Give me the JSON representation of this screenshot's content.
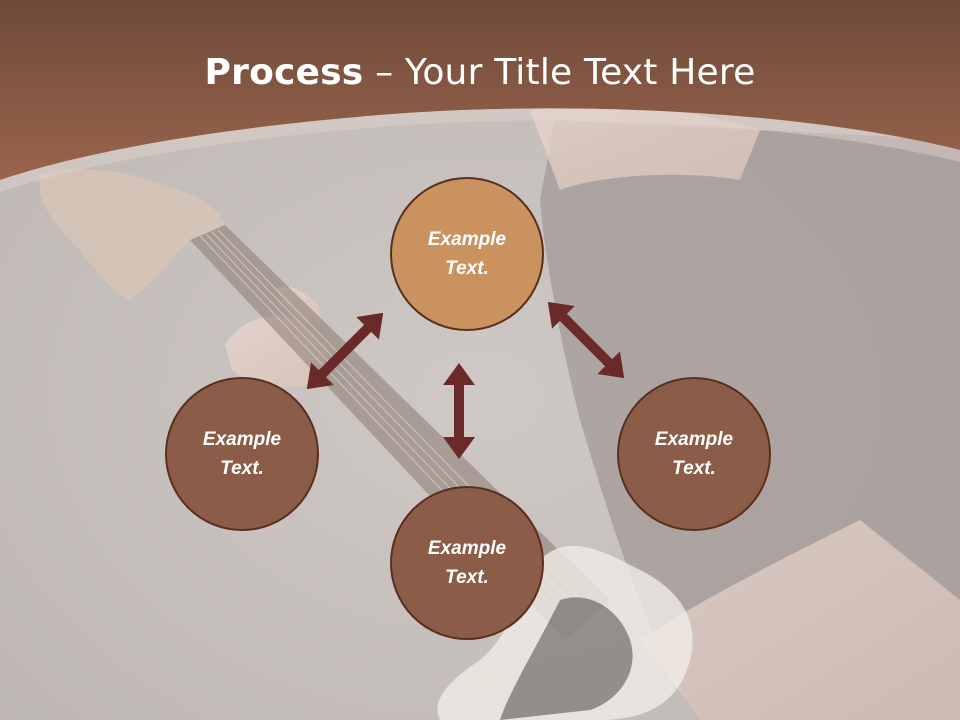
{
  "slide": {
    "title_bold": "Process",
    "title_rest": " – Your Title Text Here"
  },
  "nodes": [
    {
      "id": "top",
      "text": "Example\nText."
    },
    {
      "id": "left",
      "text": "Example\nText."
    },
    {
      "id": "right",
      "text": "Example\nText."
    },
    {
      "id": "bottom",
      "text": "Example\nText."
    }
  ],
  "colors": {
    "header": "#8e5a43",
    "node_highlight": "#c9925e",
    "node_default": "#8b5d48",
    "arrow": "#6b2a2a",
    "border": "#5a2f1f"
  }
}
